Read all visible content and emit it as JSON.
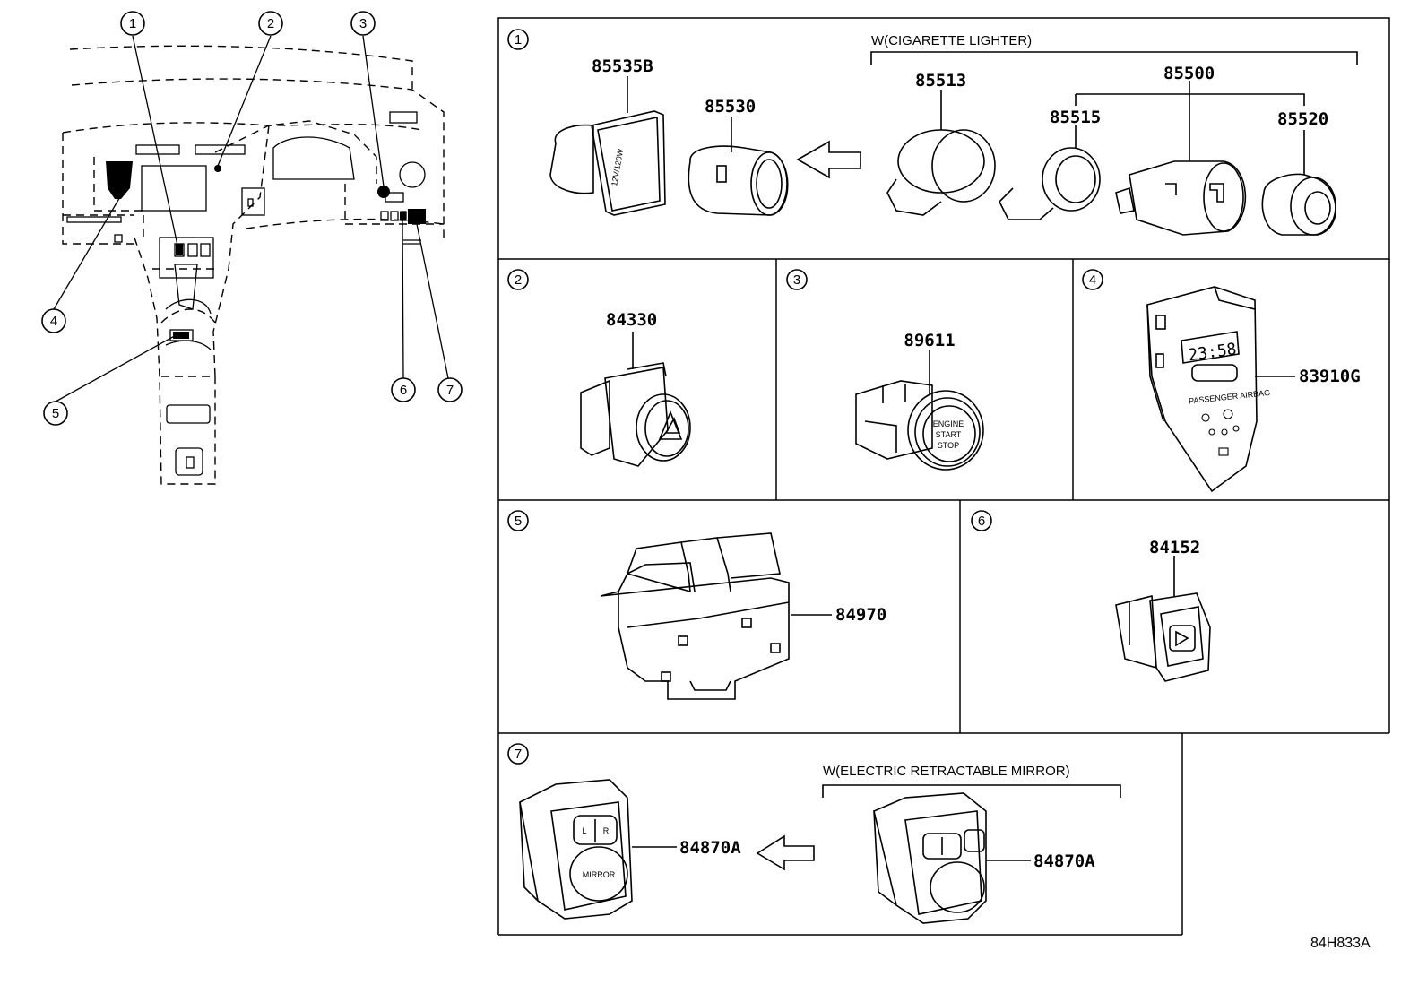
{
  "diagram_code": "84H833A",
  "overview": {
    "callouts": [
      "1",
      "2",
      "3",
      "4",
      "5",
      "6",
      "7"
    ]
  },
  "panels": [
    {
      "id": "1",
      "note": "W(CIGARETTE LIGHTER)",
      "parts": [
        "85535B",
        "85530",
        "85513",
        "85515",
        "85500",
        "85520"
      ],
      "socket_label": "12V/120W"
    },
    {
      "id": "2",
      "parts": [
        "84330"
      ]
    },
    {
      "id": "3",
      "parts": [
        "89611"
      ],
      "button_text": [
        "ENGINE",
        "START",
        "STOP"
      ]
    },
    {
      "id": "4",
      "parts": [
        "83910G"
      ],
      "display_time": "23:58",
      "airbag_label": "PASSENGER AIRBAG"
    },
    {
      "id": "5",
      "parts": [
        "84970"
      ]
    },
    {
      "id": "6",
      "parts": [
        "84152"
      ]
    },
    {
      "id": "7",
      "note": "W(ELECTRIC RETRACTABLE MIRROR)",
      "parts": [
        "84870A",
        "84870A"
      ],
      "mirror_label": "MIRROR",
      "lr_left": "L",
      "lr_right": "R"
    }
  ]
}
